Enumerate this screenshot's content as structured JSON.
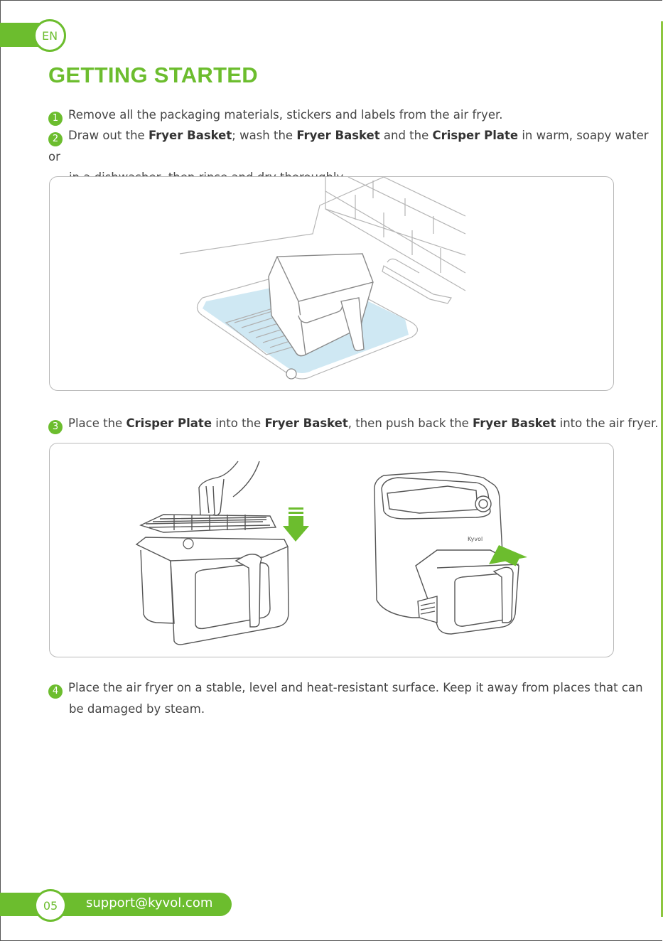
{
  "header": {
    "lang": "EN",
    "title": "GETTING STARTED"
  },
  "steps": [
    {
      "num": "1",
      "parts": [
        "Remove all the packaging materials, stickers and labels from the air fryer."
      ]
    },
    {
      "num": "2",
      "p1": "Draw out the ",
      "b1": "Fryer Basket",
      "p2": "; wash the ",
      "b2": "Fryer Basket",
      "p3": " and the ",
      "b3": "Crisper Plate",
      "p4": " in warm, soapy water or",
      "line2": "in a dishwasher, then rinse and dry thoroughly."
    },
    {
      "num": "3",
      "p1": "Place the ",
      "b1": "Crisper Plate",
      "p2": " into the ",
      "b2": "Fryer Basket",
      "p3": ", then push back the ",
      "b3": "Fryer Basket",
      "p4": " into the air fryer."
    },
    {
      "num": "4",
      "line1": "Place the air fryer on a stable, level and heat-resistant surface. Keep it away from places that can",
      "line2": "be damaged by steam."
    }
  ],
  "illustration": {
    "brand_label": "Kyvol"
  },
  "footer": {
    "page": "05",
    "email": "support@kyvol.com"
  },
  "colors": {
    "accent": "#6cbd2e",
    "water": "#cfe8f3"
  }
}
